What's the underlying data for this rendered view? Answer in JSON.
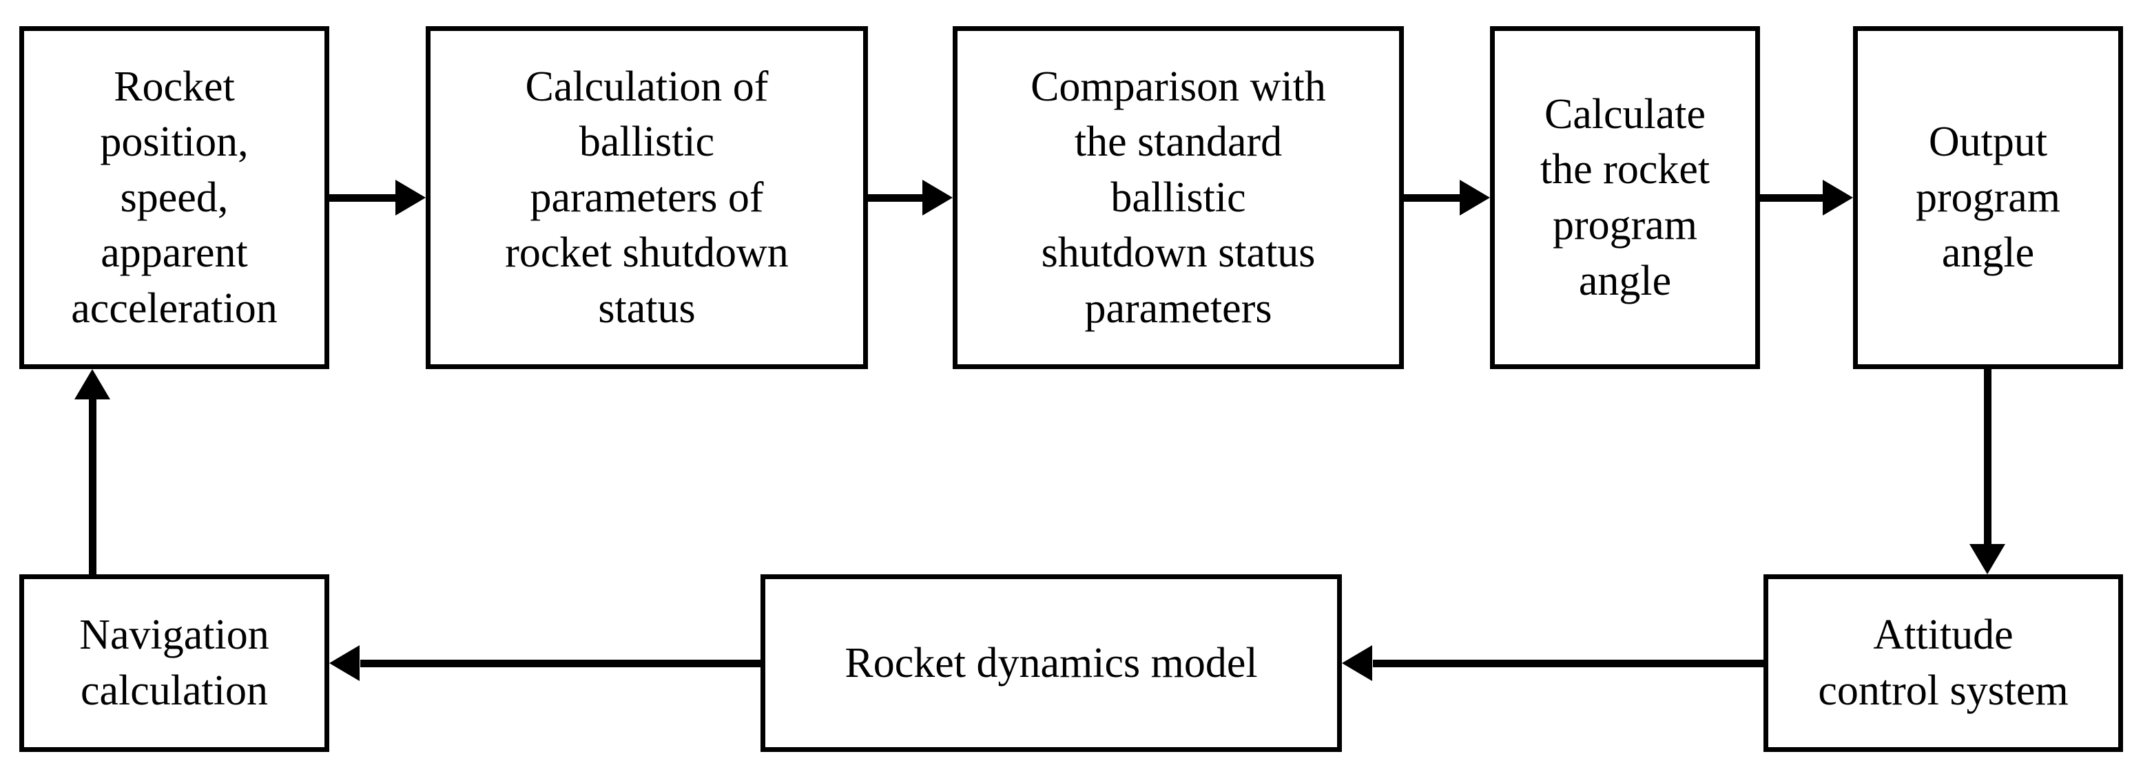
{
  "diagram": {
    "title": "Rocket guidance and attitude control closed-loop flowchart",
    "type": "flowchart",
    "stroke_color": "#000000",
    "background_color": "#ffffff",
    "nodes": [
      {
        "id": "rocket-state",
        "label": "Rocket\nposition,\nspeed,\napparent\nacceleration",
        "shape": "rectangle",
        "row": "top",
        "order": 1
      },
      {
        "id": "calc-ballistic",
        "label": "Calculation of\nballistic\nparameters of\nrocket shutdown\nstatus",
        "shape": "rectangle",
        "row": "top",
        "order": 2
      },
      {
        "id": "comparison",
        "label": "Comparison with\nthe standard\nballistic\nshutdown status\nparameters",
        "shape": "rectangle",
        "row": "top",
        "order": 3
      },
      {
        "id": "calc-program-angle",
        "label": "Calculate\nthe rocket\nprogram\nangle",
        "shape": "rectangle",
        "row": "top",
        "order": 4
      },
      {
        "id": "output-angle",
        "label": "Output\nprogram\nangle",
        "shape": "rectangle",
        "row": "top",
        "order": 5
      },
      {
        "id": "navigation",
        "label": "Navigation\ncalculation",
        "shape": "rectangle",
        "row": "bottom",
        "order": 6
      },
      {
        "id": "dynamics",
        "label": "Rocket dynamics model",
        "shape": "rectangle",
        "row": "bottom",
        "order": 7
      },
      {
        "id": "attitude",
        "label": "Attitude\ncontrol system",
        "shape": "rectangle",
        "row": "bottom",
        "order": 8
      }
    ],
    "edges": [
      {
        "id": "1-2",
        "from": "rocket-state",
        "to": "calc-ballistic",
        "direction": "right",
        "label": ""
      },
      {
        "id": "2-3",
        "from": "calc-ballistic",
        "to": "comparison",
        "direction": "right",
        "label": ""
      },
      {
        "id": "3-4",
        "from": "comparison",
        "to": "calc-program-angle",
        "direction": "right",
        "label": ""
      },
      {
        "id": "4-5",
        "from": "calc-program-angle",
        "to": "output-angle",
        "direction": "right",
        "label": ""
      },
      {
        "id": "5-8",
        "from": "output-angle",
        "to": "attitude",
        "direction": "down",
        "label": ""
      },
      {
        "id": "8-7",
        "from": "attitude",
        "to": "dynamics",
        "direction": "left",
        "label": ""
      },
      {
        "id": "7-6",
        "from": "dynamics",
        "to": "navigation",
        "direction": "left",
        "label": ""
      },
      {
        "id": "6-1",
        "from": "navigation",
        "to": "rocket-state",
        "direction": "up",
        "label": ""
      }
    ]
  }
}
